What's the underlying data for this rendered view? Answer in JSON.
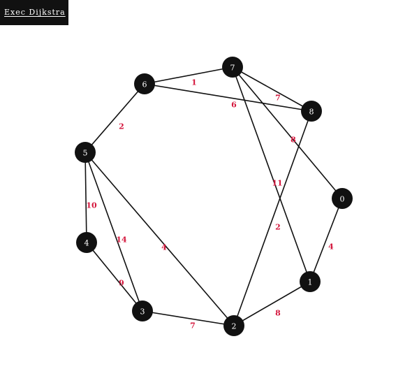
{
  "header": {
    "title": "Exec Dijkstra"
  },
  "graph": {
    "colors": {
      "node": "#111111",
      "edge": "#111111",
      "weight": "#d4163c",
      "node_text": "#ffffff"
    },
    "nodes": [
      {
        "id": "0",
        "label": "0"
      },
      {
        "id": "1",
        "label": "1"
      },
      {
        "id": "2",
        "label": "2"
      },
      {
        "id": "3",
        "label": "3"
      },
      {
        "id": "4",
        "label": "4"
      },
      {
        "id": "5",
        "label": "5"
      },
      {
        "id": "6",
        "label": "6"
      },
      {
        "id": "7",
        "label": "7"
      },
      {
        "id": "8",
        "label": "8"
      }
    ],
    "edges": [
      {
        "from": "6",
        "to": "7",
        "weight": "1"
      },
      {
        "from": "6",
        "to": "8",
        "weight": "6"
      },
      {
        "from": "7",
        "to": "8",
        "weight": "7"
      },
      {
        "from": "7",
        "to": "0",
        "weight": "8"
      },
      {
        "from": "7",
        "to": "1",
        "weight": "11"
      },
      {
        "from": "8",
        "to": "2",
        "weight": "2"
      },
      {
        "from": "0",
        "to": "1",
        "weight": "4"
      },
      {
        "from": "1",
        "to": "2",
        "weight": "8"
      },
      {
        "from": "6",
        "to": "5",
        "weight": "2"
      },
      {
        "from": "5",
        "to": "4",
        "weight": "10"
      },
      {
        "from": "5",
        "to": "3",
        "weight": "14"
      },
      {
        "from": "5",
        "to": "2",
        "weight": "4"
      },
      {
        "from": "4",
        "to": "3",
        "weight": "9"
      },
      {
        "from": "3",
        "to": "2",
        "weight": "7"
      }
    ]
  }
}
